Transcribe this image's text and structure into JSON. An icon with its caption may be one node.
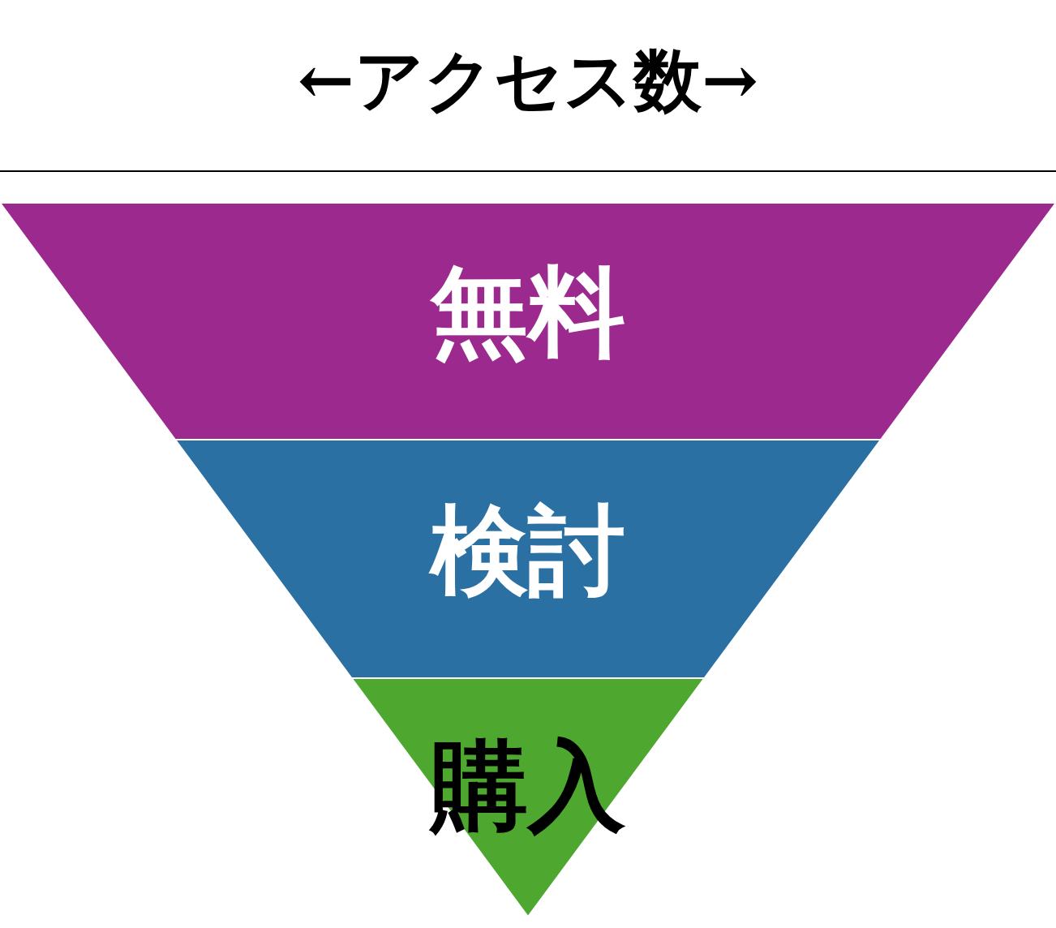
{
  "diagram": {
    "title": "←アクセス数→",
    "nodes": [
      {
        "text": [
          "無料"
        ]
      },
      {
        "text": [
          "検討"
        ]
      },
      {
        "text": [
          "購入"
        ]
      }
    ]
  }
}
